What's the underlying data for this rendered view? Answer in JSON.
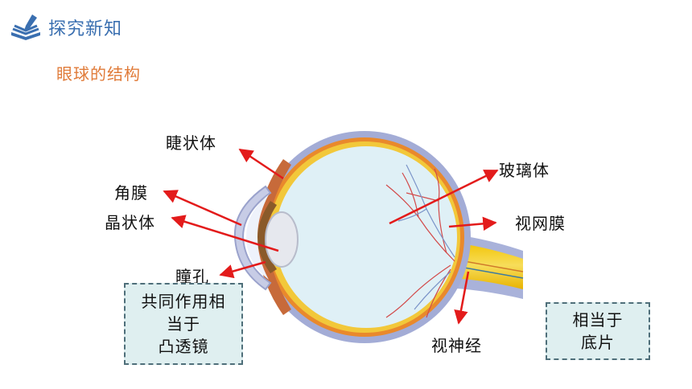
{
  "header": {
    "title": "探究新知",
    "icon": "book-pen-icon"
  },
  "subtitle": "眼球的结构",
  "labels": {
    "ciliary_body": "睫状体",
    "cornea": "角膜",
    "lens": "晶状体",
    "pupil": "瞳孔",
    "vitreous": "玻璃体",
    "retina": "视网膜",
    "optic_nerve": "视神经"
  },
  "box_left": {
    "line1": "共同作用相",
    "line2": "当于",
    "line3": "凸透镜"
  },
  "box_right": {
    "line1": "相当于",
    "line2": "底片"
  },
  "colors": {
    "arrow": "#e31b1b",
    "header": "#3a6fb0",
    "subtitle": "#e07b39",
    "box_fill": "#dfeff0"
  }
}
